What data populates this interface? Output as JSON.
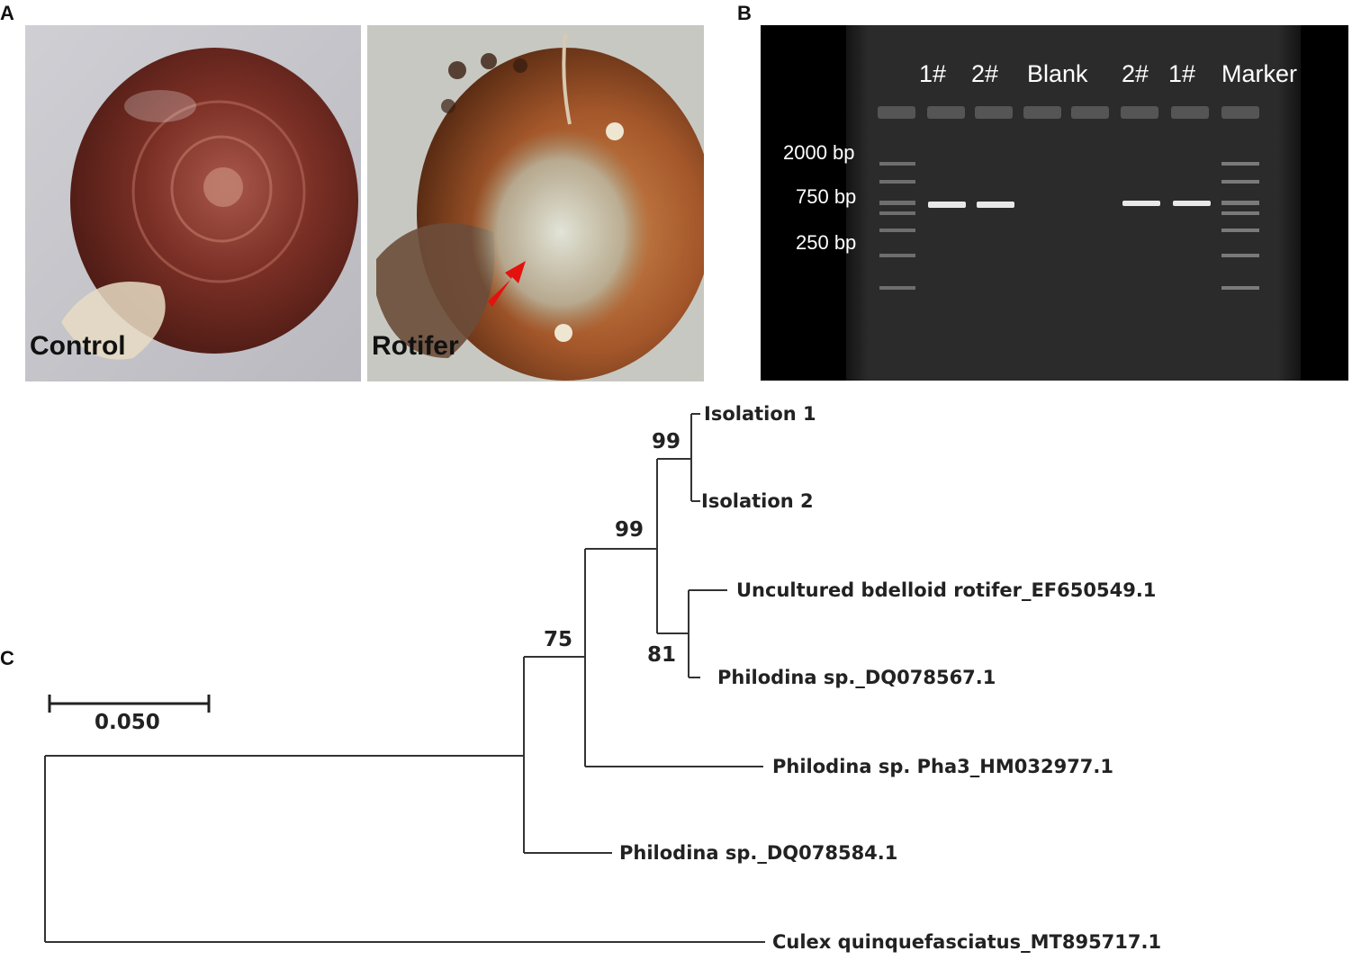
{
  "panels": {
    "a": "A",
    "b": "B",
    "c": "C"
  },
  "photos": {
    "control_caption": "Control",
    "rotifer_caption": "Rotifer"
  },
  "gel": {
    "lanes": [
      "1#",
      "2#",
      "Blank",
      "2#",
      "1#",
      "Marker"
    ],
    "size_labels": [
      "2000 bp",
      "750 bp",
      "250 bp"
    ]
  },
  "tree": {
    "taxa": [
      "Isolation 1",
      "Isolation 2",
      "Uncultured bdelloid rotifer_EF650549.1",
      "Philodina sp._DQ078567.1",
      "Philodina sp. Pha3_HM032977.1",
      "Philodina sp._DQ078584.1",
      "Culex quinquefasciatus_MT895717.1"
    ],
    "bootstrap": [
      "99",
      "99",
      "81",
      "75"
    ],
    "scale_label": "0.050"
  }
}
